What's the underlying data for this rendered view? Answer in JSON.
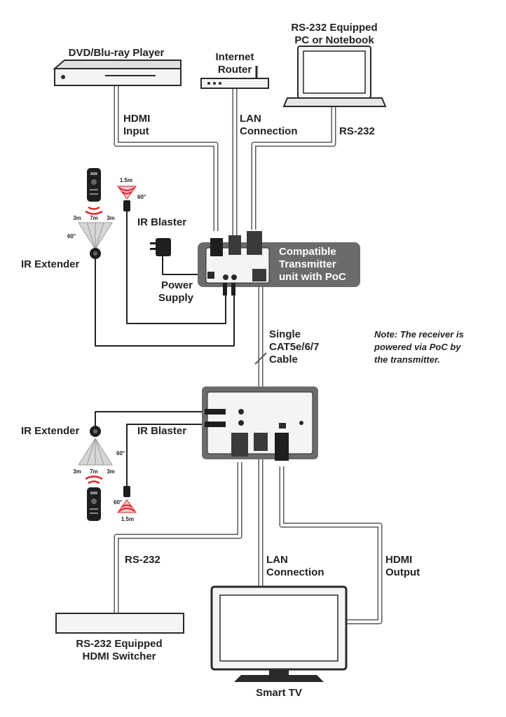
{
  "labels": {
    "dvd_player": "DVD/Blu-ray Player",
    "internet_router_1": "Internet",
    "internet_router_2": "Router",
    "pc_1": "RS-232 Equipped",
    "pc_2": "PC or Notebook",
    "hdmi_input_1": "HDMI",
    "hdmi_input_2": "Input",
    "lan_top_1": "LAN",
    "lan_top_2": "Connection",
    "rs232_top": "RS-232",
    "ir_blaster_top": "IR Blaster",
    "ir_extender_top": "IR Extender",
    "power_supply_1": "Power",
    "power_supply_2": "Supply",
    "transmitter_1": "Compatible",
    "transmitter_2": "Transmitter",
    "transmitter_3": "unit with PoC",
    "cable_1": "Single",
    "cable_2": "CAT5e/6/7",
    "cable_3": "Cable",
    "note_1": "Note: The receiver is",
    "note_2": "powered via PoC by",
    "note_3": "the transmitter.",
    "ir_extender_bottom": "IR Extender",
    "ir_blaster_bottom": "IR Blaster",
    "rs232_bottom": "RS-232",
    "lan_bottom_1": "LAN",
    "lan_bottom_2": "Connection",
    "hdmi_output_1": "HDMI",
    "hdmi_output_2": "Output",
    "switcher_1": "RS-232 Equipped",
    "switcher_2": "HDMI Switcher",
    "smart_tv": "Smart TV"
  },
  "ir_ranges": {
    "ext_top_left": "3m",
    "ext_top_mid": "7m",
    "ext_top_right": "3m",
    "ext_top_angle": "60°",
    "blaster_top_dist": "1.5m",
    "blaster_top_angle": "60°",
    "ext_bottom_angle": "60°",
    "ext_bottom_left": "3m",
    "ext_bottom_mid": "7m",
    "ext_bottom_right": "3m",
    "blaster_bottom_angle": "60°",
    "blaster_bottom_dist": "1.5m"
  },
  "colors": {
    "panel_gray": "#6b6b6b",
    "cable_gray": "#5a5a5a",
    "ir_red": "#d9262b"
  }
}
